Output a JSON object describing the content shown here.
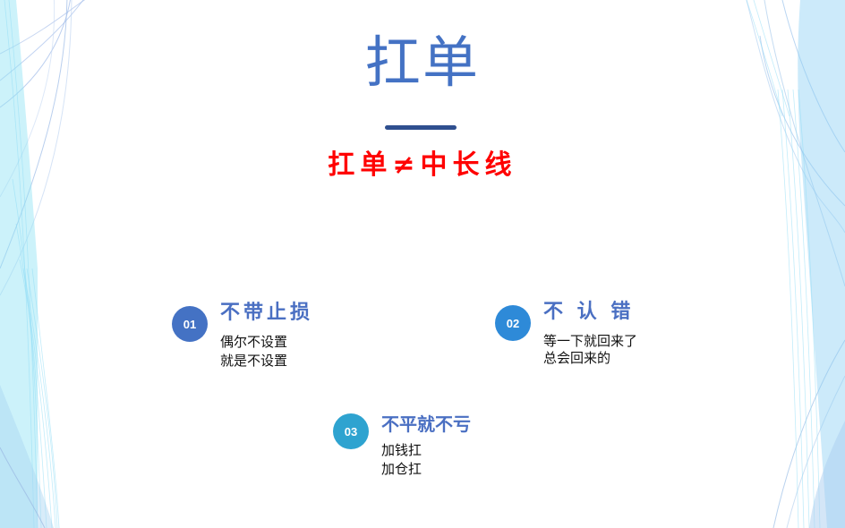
{
  "slide": {
    "title": "扛单",
    "subtitle": "扛单≠中长线",
    "colors": {
      "title": "#4472c4",
      "rule": "#2f4f8f",
      "subtitle": "#ff0000",
      "heading": "#4a6fc2",
      "badge_01": "#4472c4",
      "badge_02": "#2e8ad8",
      "badge_03": "#2ea3d0"
    },
    "items": [
      {
        "number": "01",
        "heading": "不带止损",
        "lines": [
          "偶尔不设置",
          "就是不设置"
        ]
      },
      {
        "number": "02",
        "heading": "不 认 错",
        "lines": [
          "等一下就回来了",
          "总会回来的"
        ]
      },
      {
        "number": "03",
        "heading": "不平就不亏",
        "lines": [
          "加钱扛",
          "加仓扛"
        ]
      }
    ]
  }
}
